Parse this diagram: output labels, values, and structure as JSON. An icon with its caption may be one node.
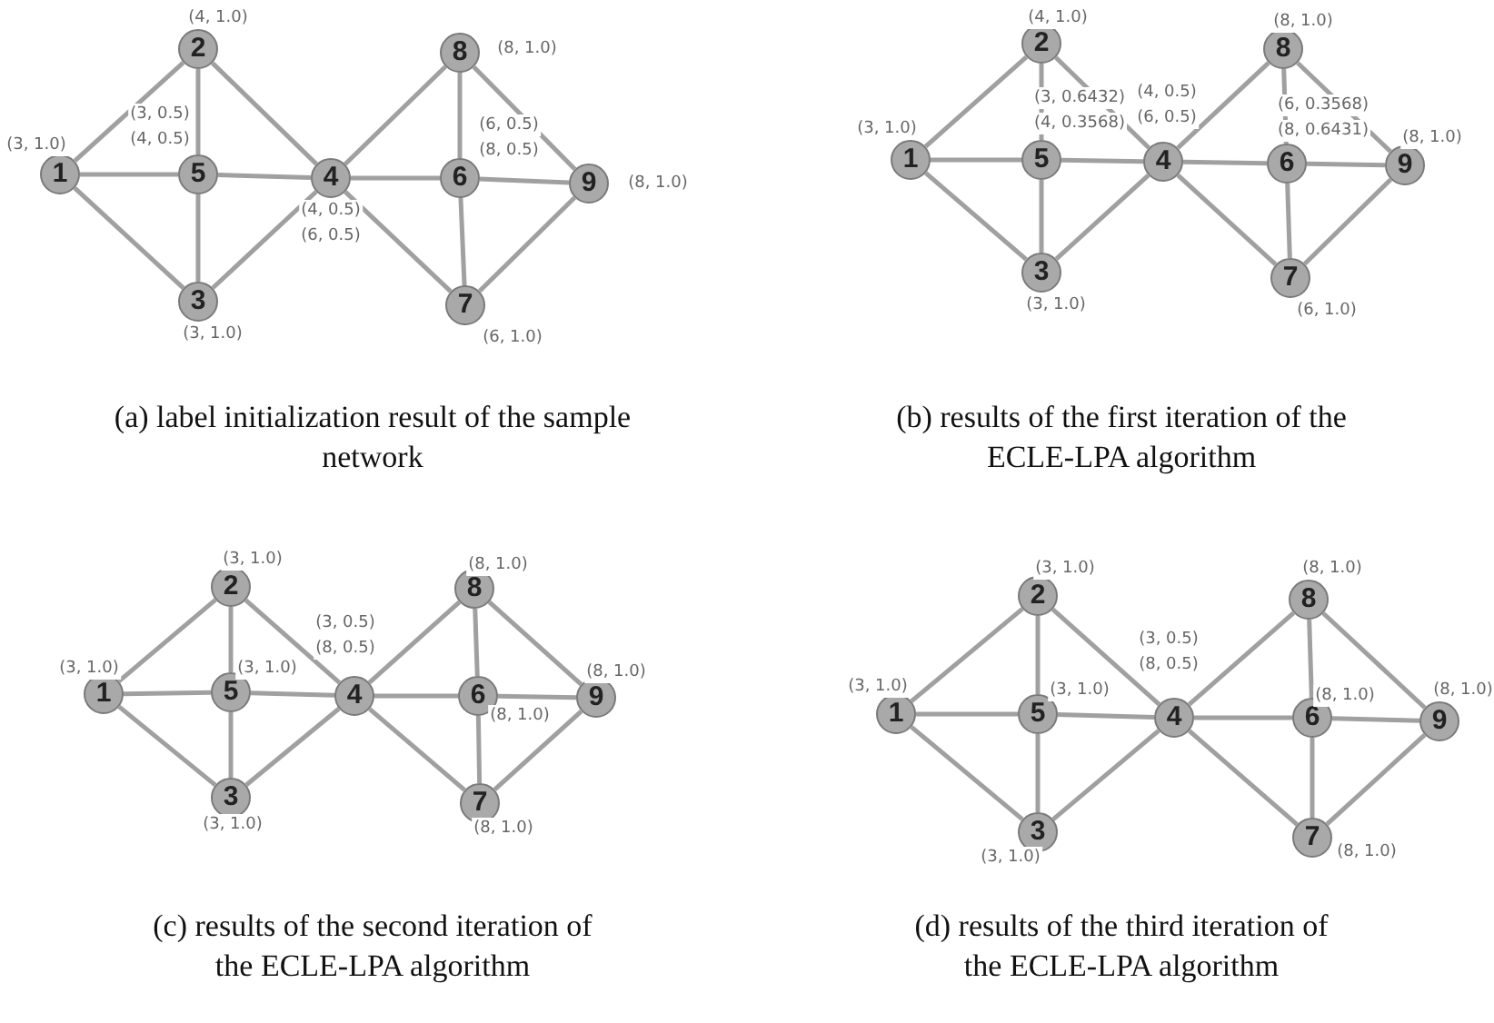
{
  "diagram": {
    "nodes": [
      {
        "text": [
          "1"
        ],
        "beside": [
          "(3, 1.0)"
        ]
      },
      {
        "text": [
          "2"
        ],
        "beside": [
          "(4, 1.0)"
        ]
      },
      {
        "text": [
          "3"
        ],
        "beside": [
          "(3, 1.0)"
        ]
      },
      {
        "text": [
          "4"
        ],
        "beside": [
          "(4, 0.5)",
          "(6, 0.5)"
        ]
      },
      {
        "text": [
          "5"
        ],
        "beside": [
          "(3, 0.5)",
          "(4, 0.5)"
        ]
      },
      {
        "text": [
          "6"
        ],
        "beside": [
          "(6, 0.5)",
          "(8, 0.5)"
        ]
      },
      {
        "text": [
          "7"
        ],
        "beside": [
          "(6, 1.0)"
        ]
      },
      {
        "text": [
          "8"
        ],
        "beside": [
          "(8, 1.0)"
        ]
      },
      {
        "text": [
          "9"
        ],
        "beside": [
          "(8, 1.0)"
        ]
      },
      {
        "text": [
          "1"
        ],
        "beside": [
          "(3, 1.0)"
        ]
      },
      {
        "text": [
          "2"
        ],
        "beside": [
          "(4, 1.0)"
        ]
      },
      {
        "text": [
          "3"
        ],
        "beside": [
          "(3, 1.0)"
        ]
      },
      {
        "text": [
          "4"
        ],
        "beside": [
          "(4, 0.5)",
          "(6, 0.5)"
        ]
      },
      {
        "text": [
          "5"
        ],
        "beside": [
          "(3, 0.6432)",
          "(4, 0.3568)"
        ]
      },
      {
        "text": [
          "6"
        ],
        "beside": [
          "(6, 0.3568)",
          "(8, 0.6431)"
        ]
      },
      {
        "text": [
          "7"
        ],
        "beside": [
          "(6, 1.0)"
        ]
      },
      {
        "text": [
          "8"
        ],
        "beside": [
          "(8, 1.0)"
        ]
      },
      {
        "text": [
          "9"
        ],
        "beside": [
          "(8, 1.0)"
        ]
      },
      {
        "text": [
          "1"
        ],
        "beside": [
          "(3, 1.0)"
        ]
      },
      {
        "text": [
          "2"
        ],
        "beside": [
          "(3, 1.0)"
        ]
      },
      {
        "text": [
          "3"
        ],
        "beside": [
          "(3, 1.0)"
        ]
      },
      {
        "text": [
          "4"
        ],
        "beside": [
          "(3, 0.5)",
          "(8, 0.5)"
        ]
      },
      {
        "text": [
          "5"
        ],
        "beside": [
          "(3, 1.0)"
        ]
      },
      {
        "text": [
          "6"
        ],
        "beside": [
          "(8, 1.0)"
        ]
      },
      {
        "text": [
          "7"
        ],
        "beside": [
          "(8, 1.0)"
        ]
      },
      {
        "text": [
          "8"
        ],
        "beside": [
          "(8, 1.0)"
        ]
      },
      {
        "text": [
          "9"
        ],
        "beside": [
          "(8, 1.0)"
        ]
      },
      {
        "text": [
          "1"
        ],
        "beside": [
          "(3, 1.0)"
        ]
      },
      {
        "text": [
          "2"
        ],
        "beside": [
          "(3, 1.0)"
        ]
      },
      {
        "text": [
          "3"
        ],
        "beside": [
          "(3, 1.0)"
        ]
      },
      {
        "text": [
          "4"
        ],
        "beside": [
          "(3, 0.5)",
          "(8, 0.5)"
        ]
      },
      {
        "text": [
          "5"
        ],
        "beside": [
          "(3, 1.0)"
        ]
      },
      {
        "text": [
          "6"
        ],
        "beside": [
          "(8, 1.0)"
        ]
      },
      {
        "text": [
          "7"
        ],
        "beside": [
          "(8, 1.0)"
        ]
      },
      {
        "text": [
          "8"
        ],
        "beside": [
          "(8, 1.0)"
        ]
      },
      {
        "text": [
          "9"
        ],
        "beside": [
          "(8, 1.0)"
        ]
      }
    ],
    "edges": [
      {
        "from": 0,
        "to": 1,
        "arrow": "none"
      },
      {
        "from": 0,
        "to": 4,
        "arrow": "none"
      },
      {
        "from": 0,
        "to": 2,
        "arrow": "none"
      },
      {
        "from": 1,
        "to": 4,
        "arrow": "none"
      },
      {
        "from": 1,
        "to": 3,
        "arrow": "none"
      },
      {
        "from": 4,
        "to": 3,
        "arrow": "none"
      },
      {
        "from": 4,
        "to": 2,
        "arrow": "none"
      },
      {
        "from": 2,
        "to": 3,
        "arrow": "none"
      },
      {
        "from": 3,
        "to": 7,
        "arrow": "none"
      },
      {
        "from": 3,
        "to": 5,
        "arrow": "none"
      },
      {
        "from": 3,
        "to": 6,
        "arrow": "none"
      },
      {
        "from": 7,
        "to": 5,
        "arrow": "none"
      },
      {
        "from": 7,
        "to": 8,
        "arrow": "none"
      },
      {
        "from": 5,
        "to": 8,
        "arrow": "none"
      },
      {
        "from": 5,
        "to": 6,
        "arrow": "none"
      },
      {
        "from": 6,
        "to": 8,
        "arrow": "none"
      },
      {
        "from": 9,
        "to": 10,
        "arrow": "none"
      },
      {
        "from": 9,
        "to": 13,
        "arrow": "none"
      },
      {
        "from": 9,
        "to": 11,
        "arrow": "none"
      },
      {
        "from": 10,
        "to": 13,
        "arrow": "none"
      },
      {
        "from": 10,
        "to": 12,
        "arrow": "none"
      },
      {
        "from": 13,
        "to": 12,
        "arrow": "none"
      },
      {
        "from": 13,
        "to": 11,
        "arrow": "none"
      },
      {
        "from": 11,
        "to": 12,
        "arrow": "none"
      },
      {
        "from": 12,
        "to": 16,
        "arrow": "none"
      },
      {
        "from": 12,
        "to": 14,
        "arrow": "none"
      },
      {
        "from": 12,
        "to": 15,
        "arrow": "none"
      },
      {
        "from": 16,
        "to": 14,
        "arrow": "none"
      },
      {
        "from": 16,
        "to": 17,
        "arrow": "none"
      },
      {
        "from": 14,
        "to": 17,
        "arrow": "none"
      },
      {
        "from": 14,
        "to": 15,
        "arrow": "none"
      },
      {
        "from": 15,
        "to": 17,
        "arrow": "none"
      },
      {
        "from": 18,
        "to": 19,
        "arrow": "none"
      },
      {
        "from": 18,
        "to": 22,
        "arrow": "none"
      },
      {
        "from": 18,
        "to": 20,
        "arrow": "none"
      },
      {
        "from": 19,
        "to": 22,
        "arrow": "none"
      },
      {
        "from": 19,
        "to": 21,
        "arrow": "none"
      },
      {
        "from": 22,
        "to": 21,
        "arrow": "none"
      },
      {
        "from": 22,
        "to": 20,
        "arrow": "none"
      },
      {
        "from": 20,
        "to": 21,
        "arrow": "none"
      },
      {
        "from": 21,
        "to": 25,
        "arrow": "none"
      },
      {
        "from": 21,
        "to": 23,
        "arrow": "none"
      },
      {
        "from": 21,
        "to": 24,
        "arrow": "none"
      },
      {
        "from": 25,
        "to": 23,
        "arrow": "none"
      },
      {
        "from": 25,
        "to": 26,
        "arrow": "none"
      },
      {
        "from": 23,
        "to": 26,
        "arrow": "none"
      },
      {
        "from": 23,
        "to": 24,
        "arrow": "none"
      },
      {
        "from": 24,
        "to": 26,
        "arrow": "none"
      },
      {
        "from": 27,
        "to": 28,
        "arrow": "none"
      },
      {
        "from": 27,
        "to": 31,
        "arrow": "none"
      },
      {
        "from": 27,
        "to": 29,
        "arrow": "none"
      },
      {
        "from": 28,
        "to": 31,
        "arrow": "none"
      },
      {
        "from": 28,
        "to": 30,
        "arrow": "none"
      },
      {
        "from": 31,
        "to": 30,
        "arrow": "none"
      },
      {
        "from": 31,
        "to": 29,
        "arrow": "none"
      },
      {
        "from": 29,
        "to": 30,
        "arrow": "none"
      },
      {
        "from": 30,
        "to": 34,
        "arrow": "none"
      },
      {
        "from": 30,
        "to": 32,
        "arrow": "none"
      },
      {
        "from": 30,
        "to": 33,
        "arrow": "none"
      },
      {
        "from": 34,
        "to": 32,
        "arrow": "none"
      },
      {
        "from": 34,
        "to": 35,
        "arrow": "none"
      },
      {
        "from": 32,
        "to": 35,
        "arrow": "none"
      },
      {
        "from": 32,
        "to": 33,
        "arrow": "none"
      },
      {
        "from": 33,
        "to": 35,
        "arrow": "none"
      }
    ],
    "labels": [
      "(a) label initialization result of the sample network",
      "(b) results of the first iteration of the ECLE-LPA algorithm",
      "(c) results of the second iteration of the ECLE-LPA algorithm",
      "(d) results of the third iteration of the ECLE-LPA algorithm"
    ]
  }
}
